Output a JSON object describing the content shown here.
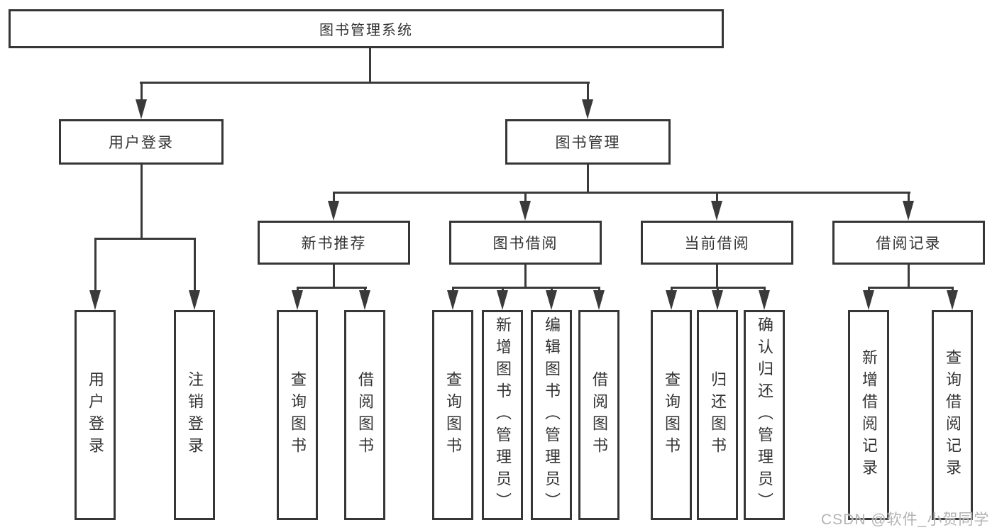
{
  "diagram": {
    "root": {
      "label": "图书管理系统"
    },
    "branches": [
      {
        "label": "用户登录",
        "children": [
          {
            "label": "用户登录"
          },
          {
            "label": "注销登录"
          }
        ]
      },
      {
        "label": "图书管理",
        "children": [
          {
            "label": "新书推荐",
            "children": [
              {
                "label": "查询图书"
              },
              {
                "label": "借阅图书"
              }
            ]
          },
          {
            "label": "图书借阅",
            "children": [
              {
                "label": "查询图书"
              },
              {
                "label": "新增图书（管理员）"
              },
              {
                "label": "编辑图书（管理员）"
              },
              {
                "label": "借阅图书"
              }
            ]
          },
          {
            "label": "当前借阅",
            "children": [
              {
                "label": "查询图书"
              },
              {
                "label": "归还图书"
              },
              {
                "label": "确认归还（管理员）"
              }
            ]
          },
          {
            "label": "借阅记录",
            "children": [
              {
                "label": "新增借阅记录"
              },
              {
                "label": "查询借阅记录"
              }
            ]
          }
        ]
      }
    ]
  },
  "watermark": {
    "text": "CSDN @软件_小贺同学"
  },
  "colors": {
    "line": "#3a3a3a",
    "box_border": "#363636",
    "text": "#333333",
    "watermark": "#b3b3b3",
    "background": "#ffffff"
  }
}
